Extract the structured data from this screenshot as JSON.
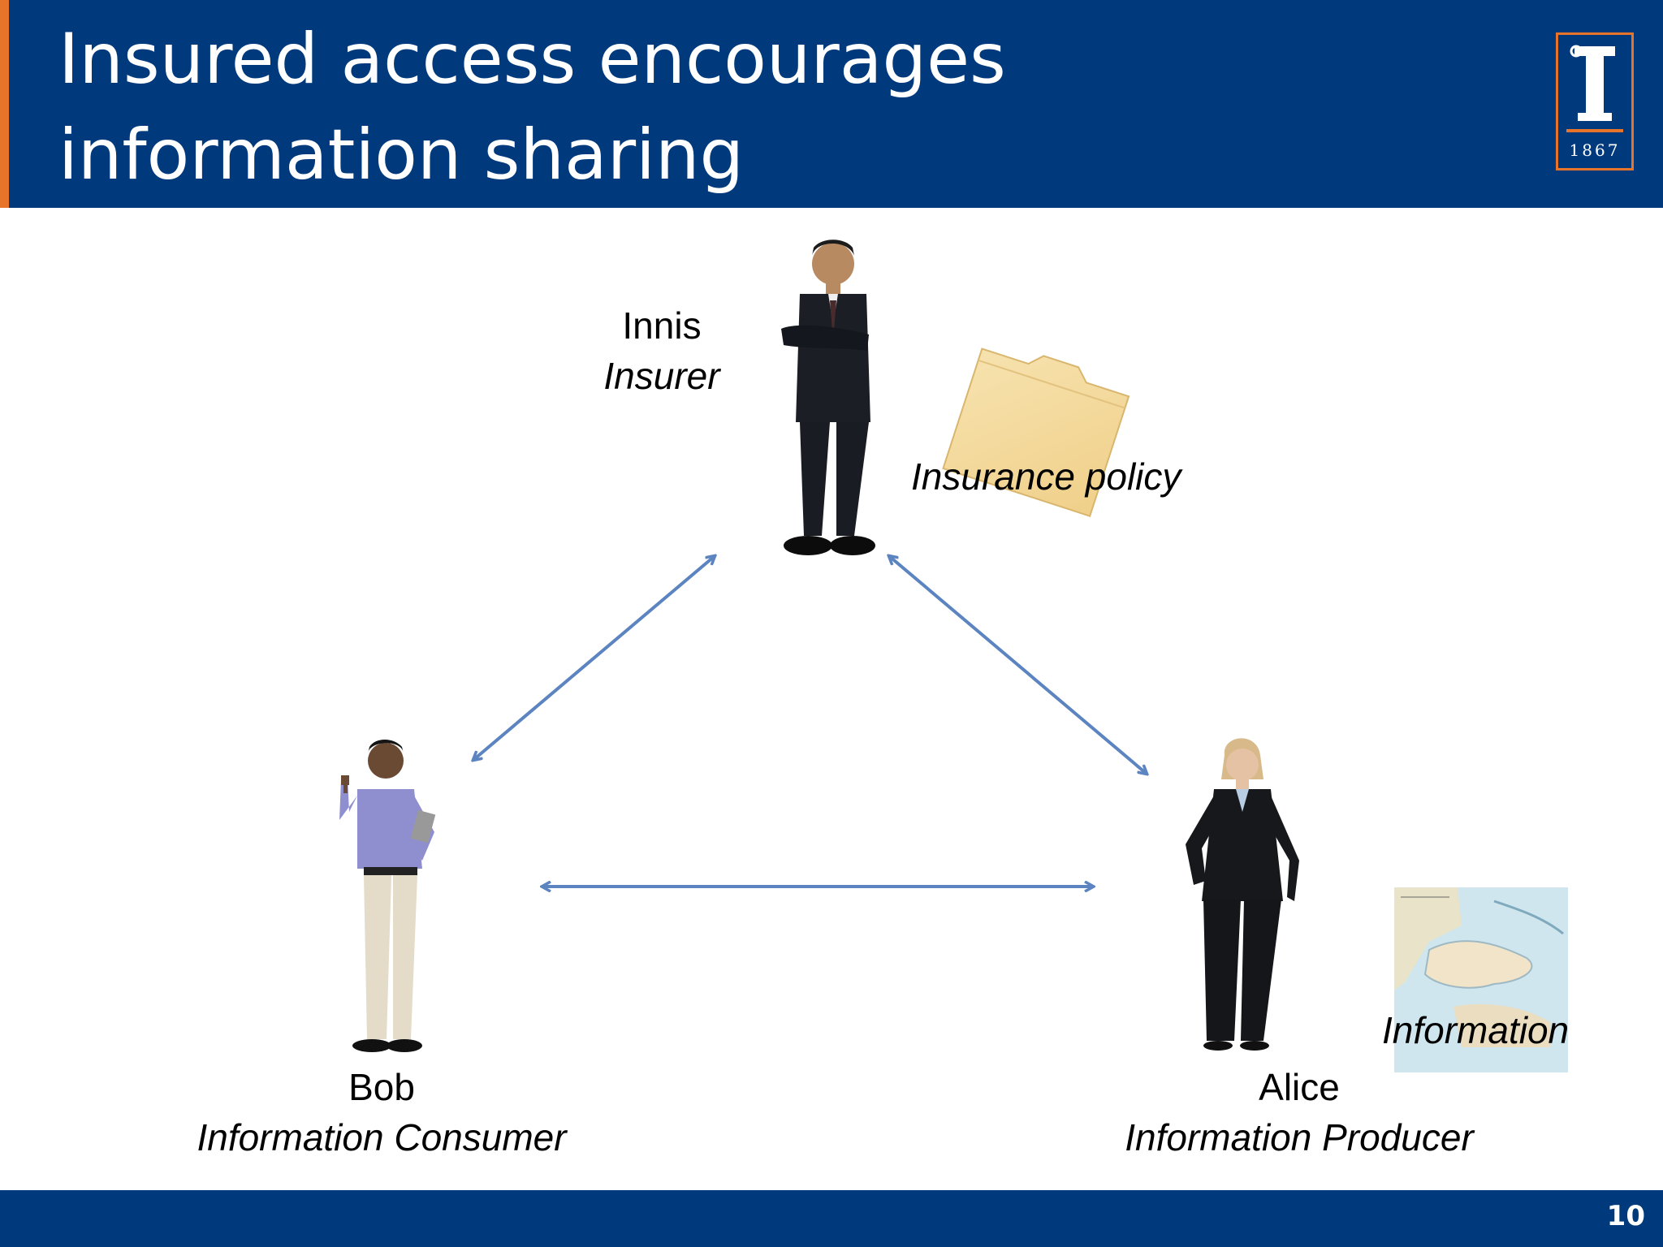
{
  "slide": {
    "title_lines": [
      "Insured access encourages",
      "information sharing"
    ],
    "page_number": "10",
    "logo_year": "1867"
  },
  "people": {
    "insurer": {
      "name": "Innis",
      "role": "Insurer"
    },
    "consumer": {
      "name": "Bob",
      "role": "Information Consumer"
    },
    "producer": {
      "name": "Alice",
      "role": "Information Producer"
    }
  },
  "objects": {
    "policy_label": "Insurance policy",
    "information_label": "Information"
  },
  "colors": {
    "header": "#003a7d",
    "accent": "#e8742a",
    "arrow": "#5b84c0"
  }
}
